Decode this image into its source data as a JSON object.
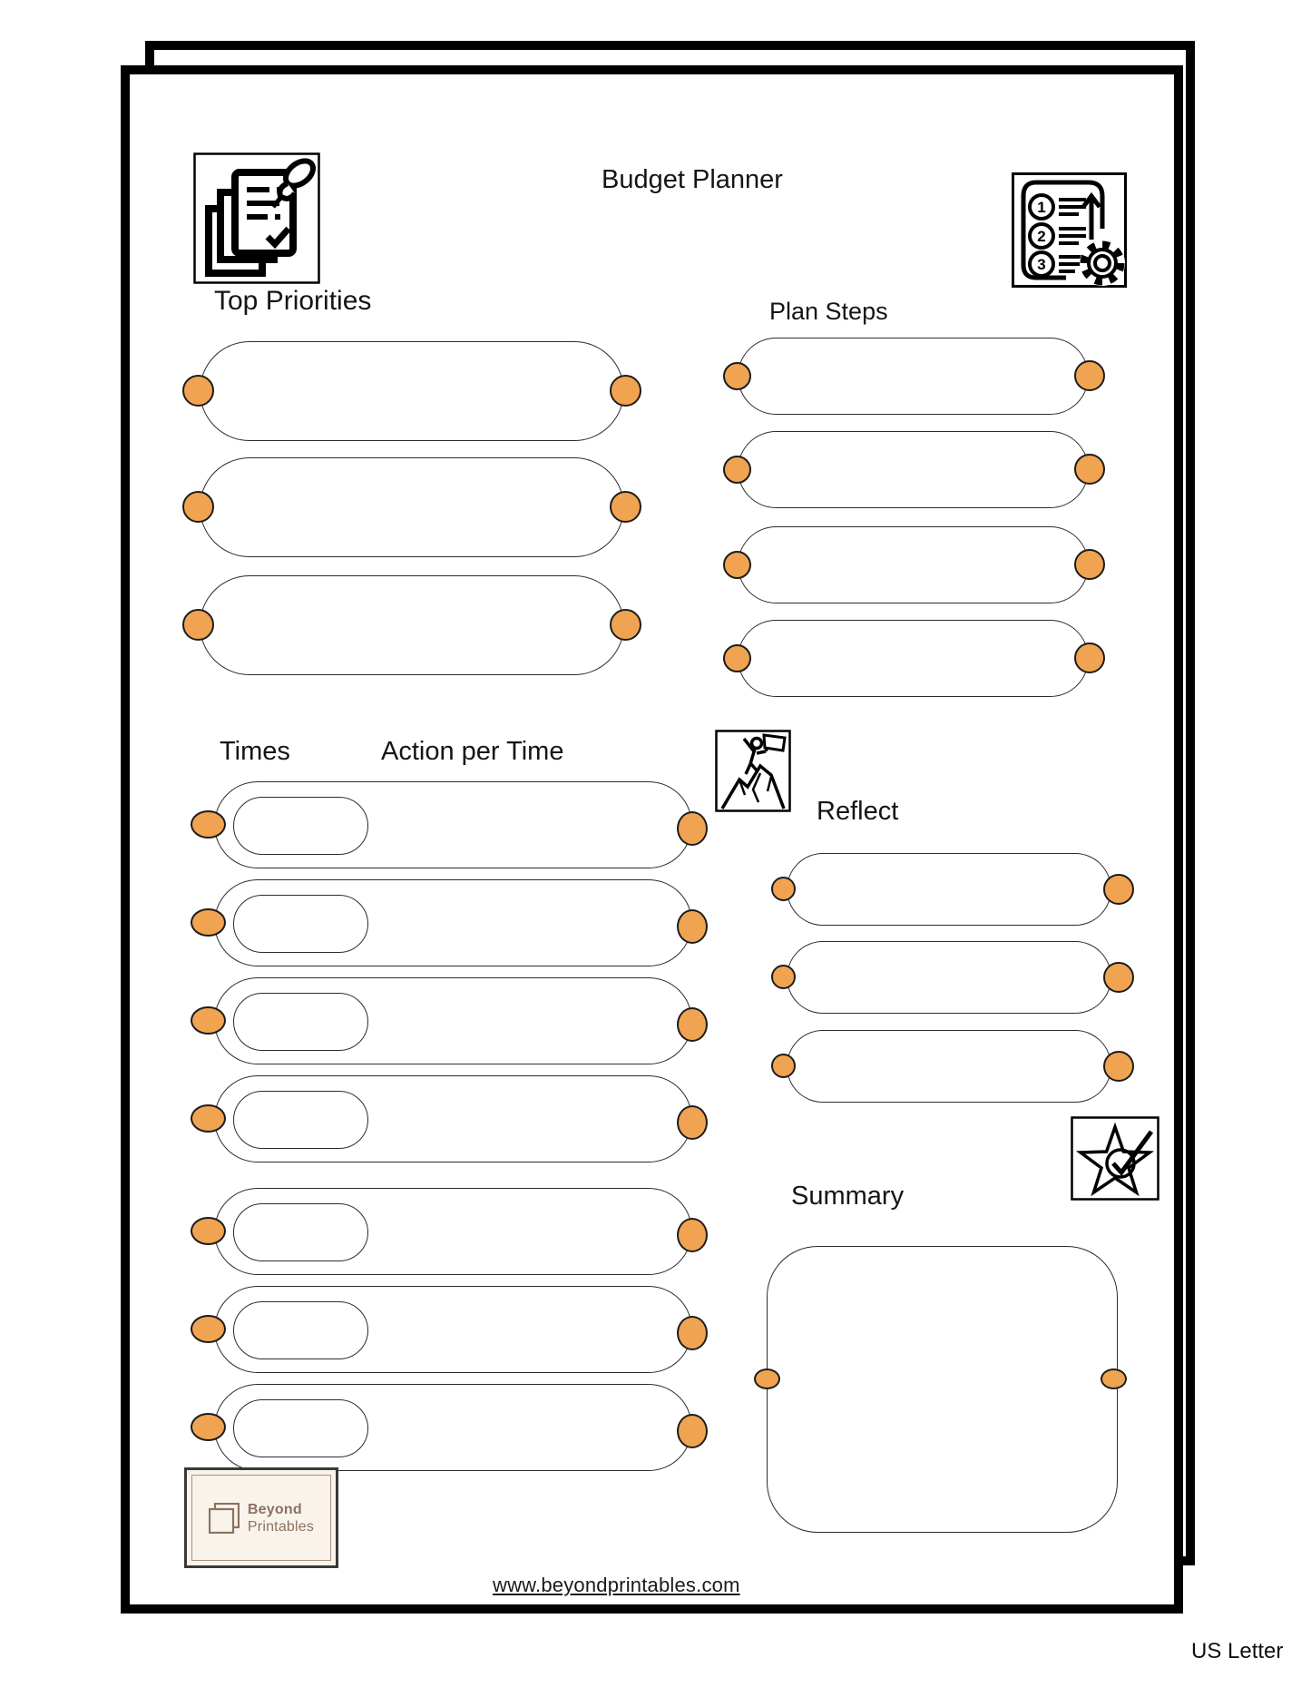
{
  "page": {
    "title": "Budget Planner",
    "footer_url": "www.beyondprintables.com",
    "paper_size_label": "US Letter"
  },
  "colors": {
    "accent_orange": "#F0A351",
    "page_border": "#000000",
    "pill_outline": "#2C2C2C",
    "logo_brown": "#8A7261",
    "logo_background": "#FAF3EC"
  },
  "icons": {
    "top_left": "pinned-documents-icon",
    "top_right": "numbered-steps-gear-icon",
    "top_right_steps": [
      "1",
      "2",
      "3"
    ],
    "times_section": "mountain-achievement-icon",
    "summary_section": "star-check-icon",
    "logo": "overlapping-pages-icon"
  },
  "sections": {
    "top_priorities": {
      "label": "Top Priorities",
      "slot_count": 3
    },
    "plan_steps": {
      "label": "Plan Steps",
      "slot_count": 4
    },
    "times": {
      "label": "Times",
      "action_label": "Action per Time",
      "slot_count": 7
    },
    "reflect": {
      "label": "Reflect",
      "slot_count": 3
    },
    "summary": {
      "label": "Summary",
      "slot_count": 1
    }
  },
  "logo": {
    "name_line1": "Beyond",
    "name_line2": "Printables"
  }
}
